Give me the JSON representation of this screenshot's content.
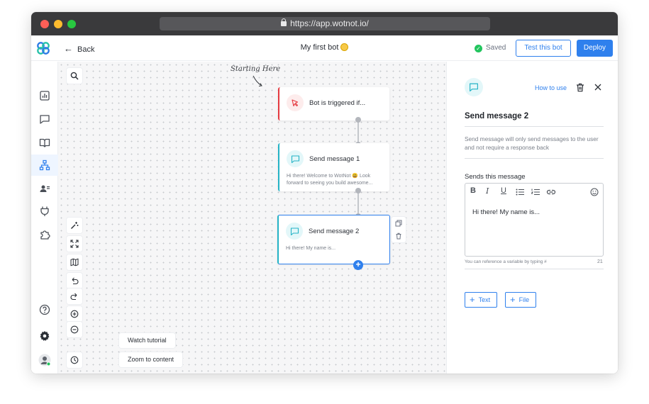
{
  "browser": {
    "url": "https://app.wotnot.io/"
  },
  "header": {
    "back_label": "Back",
    "bot_name": "My first bot",
    "saved_label": "Saved",
    "test_label": "Test this bot",
    "deploy_label": "Deploy"
  },
  "sidebar": {
    "items": [
      {
        "name": "analytics",
        "active": false
      },
      {
        "name": "conversations",
        "active": false
      },
      {
        "name": "knowledge-base",
        "active": false
      },
      {
        "name": "bot-builder",
        "active": true
      },
      {
        "name": "contacts",
        "active": false
      },
      {
        "name": "integrations",
        "active": false
      },
      {
        "name": "extensions",
        "active": false
      }
    ]
  },
  "canvas": {
    "annotation": "Starting Here",
    "tools": {
      "watch_tutorial": "Watch tutorial",
      "zoom_to_content": "Zoom to content"
    },
    "nodes": [
      {
        "title": "Bot is triggered if...",
        "body": ""
      },
      {
        "title": "Send message 1",
        "body": "Hi there! Welcome to WotNot 😃 Look forward to seeing you build awesome..."
      },
      {
        "title": "Send message 2",
        "body": "Hi there! My name is..."
      }
    ]
  },
  "panel": {
    "how_to_use": "How to use",
    "title": "Send message 2",
    "description": "Send message will only send messages to the user and not require a response back",
    "field_label": "Sends this message",
    "message": "Hi there! My name is...",
    "hint": "You can reference a variable by typing #",
    "char_count": "21",
    "add_text": "Text",
    "add_file": "File"
  },
  "colors": {
    "accent": "#2f80ed",
    "trigger": "#e5393f",
    "message": "#24b3c6",
    "saved": "#22c55e"
  }
}
